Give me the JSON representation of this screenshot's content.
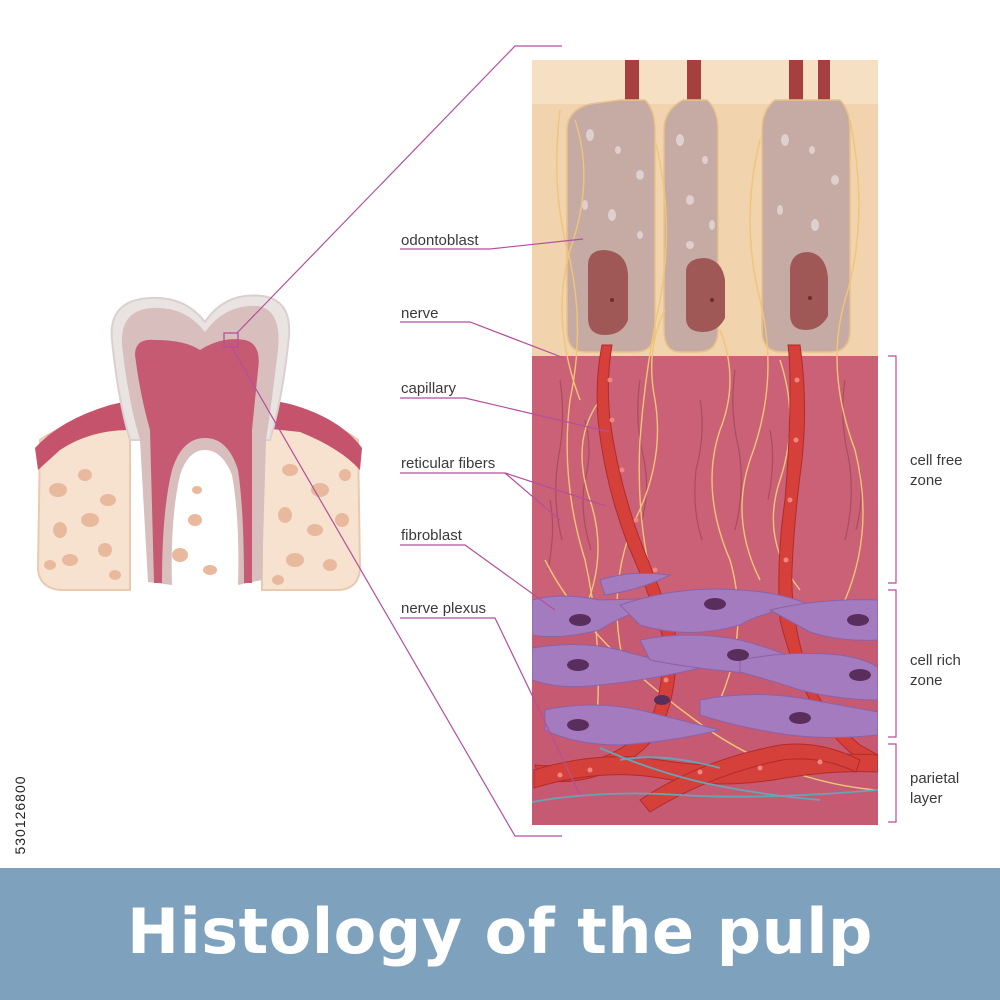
{
  "title": "Histology of the pulp",
  "stock_id": "530126800",
  "labels": {
    "odontoblast": "odontoblast",
    "nerve": "nerve",
    "capillary": "capillary",
    "reticular_fibers": "reticular fibers",
    "fibroblast": "fibroblast",
    "nerve_plexus": "nerve plexus"
  },
  "zones": {
    "cell_free": [
      "cell free",
      "zone"
    ],
    "cell_rich": [
      "cell rich",
      "zone"
    ],
    "parietal": [
      "parietal",
      "layer"
    ]
  },
  "colors": {
    "title_bar": "#7ea2bd",
    "leader_line": "#b44f9c",
    "pulp": "#c65a72",
    "dentin": "#f1d3ad",
    "odontoblast": "#c6aaa4",
    "fibroblast": "#a57bbf",
    "capillary": "#d6403a",
    "nerve": "#f0c577",
    "bone": "#f7e2cf"
  },
  "icons": {
    "tooth": "tooth-cross-section-icon",
    "magnifier_box": "zoom-box-icon"
  }
}
